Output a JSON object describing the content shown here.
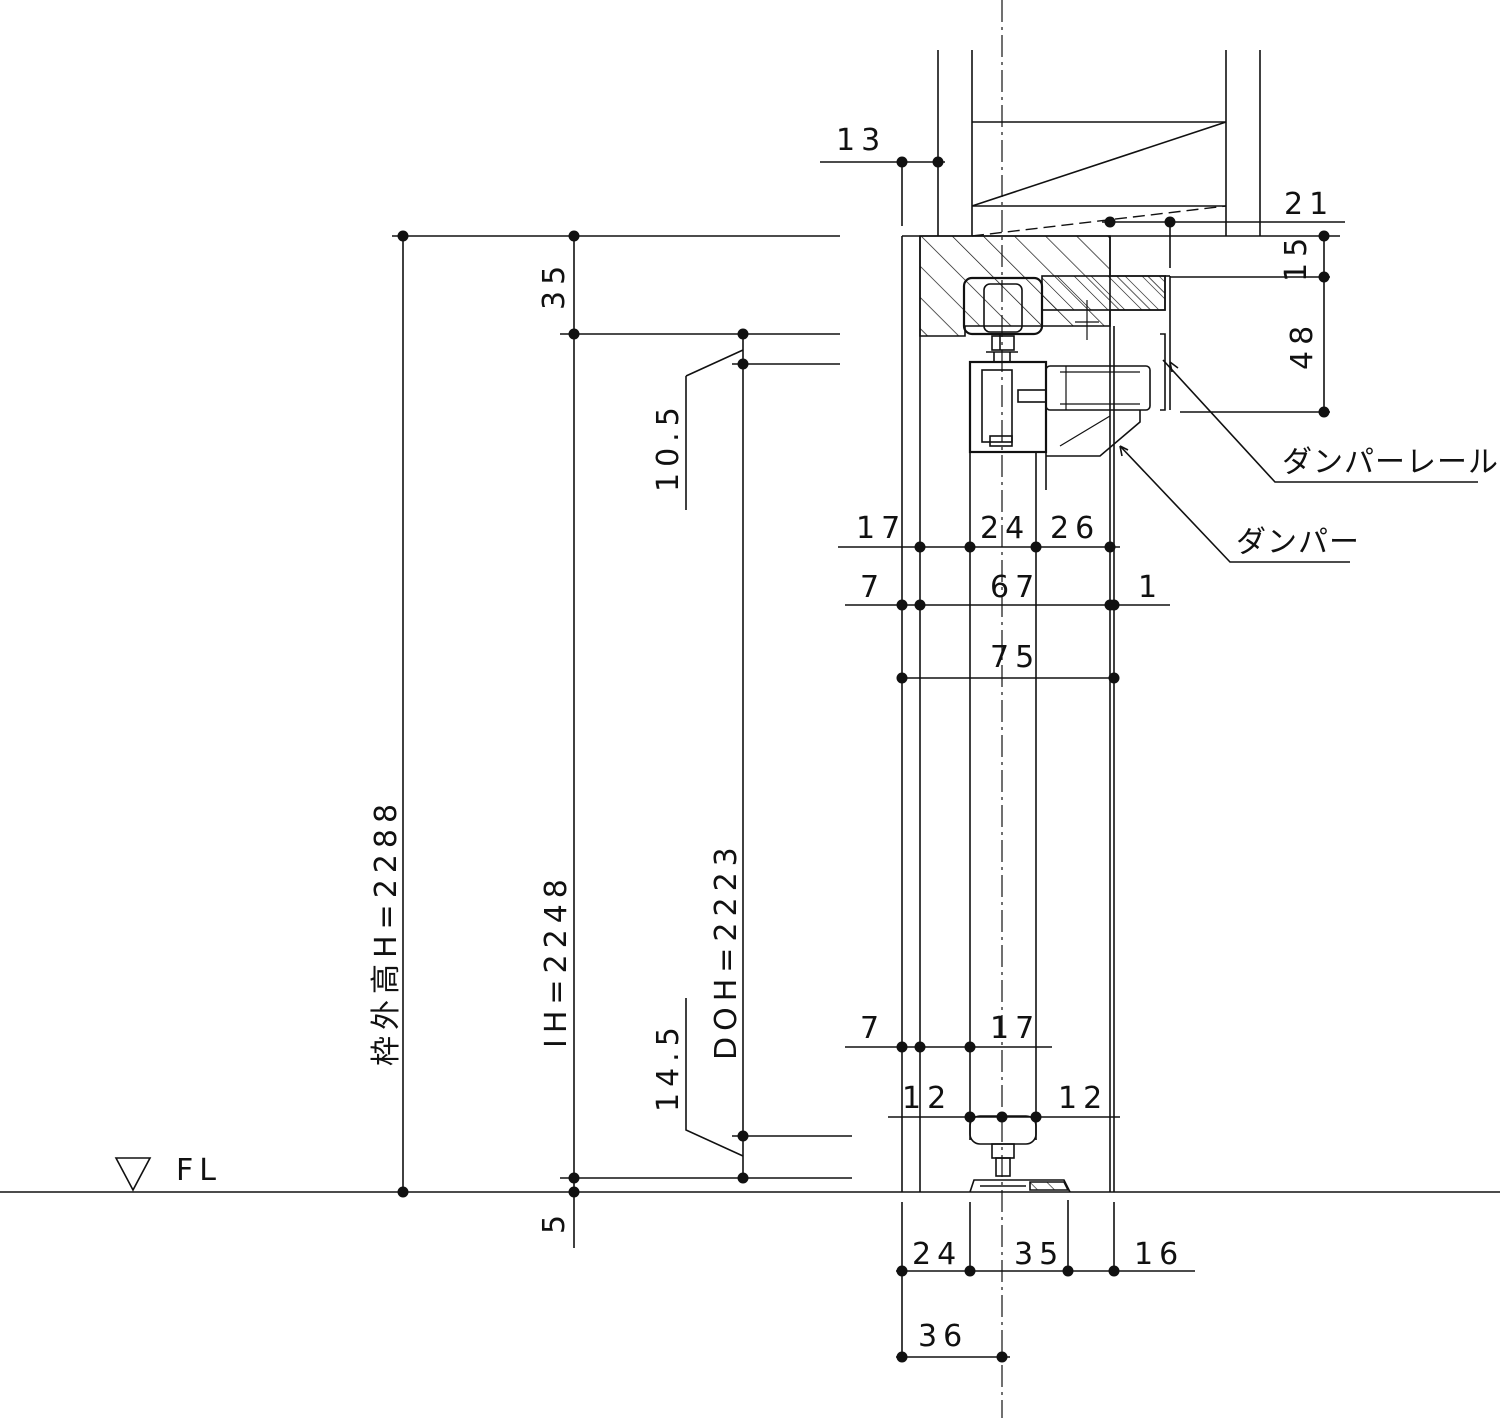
{
  "dimensions": {
    "top_13": "13",
    "top_21": "21",
    "right_15": "15",
    "right_48": "48",
    "left_35": "35",
    "left_10_5": "10.5",
    "row1_17": "17",
    "row1_24": "24",
    "row1_26": "26",
    "row2_7": "7",
    "row2_67": "67",
    "row2_1": "1",
    "row3_75": "75",
    "frame_height": "枠外高H=2288",
    "inner_height": "IH=2248",
    "door_height": "DOH=2223",
    "left_14_5": "14.5",
    "row4_7": "7",
    "row4_17": "17",
    "row5_12a": "12",
    "row5_12b": "12",
    "bottom_5": "5",
    "bottom_24": "24",
    "bottom_35": "35",
    "bottom_16": "16",
    "bottom_36": "36"
  },
  "labels": {
    "floor_level": "FL",
    "damper_rail": "ダンパーレール",
    "damper": "ダンパー"
  }
}
